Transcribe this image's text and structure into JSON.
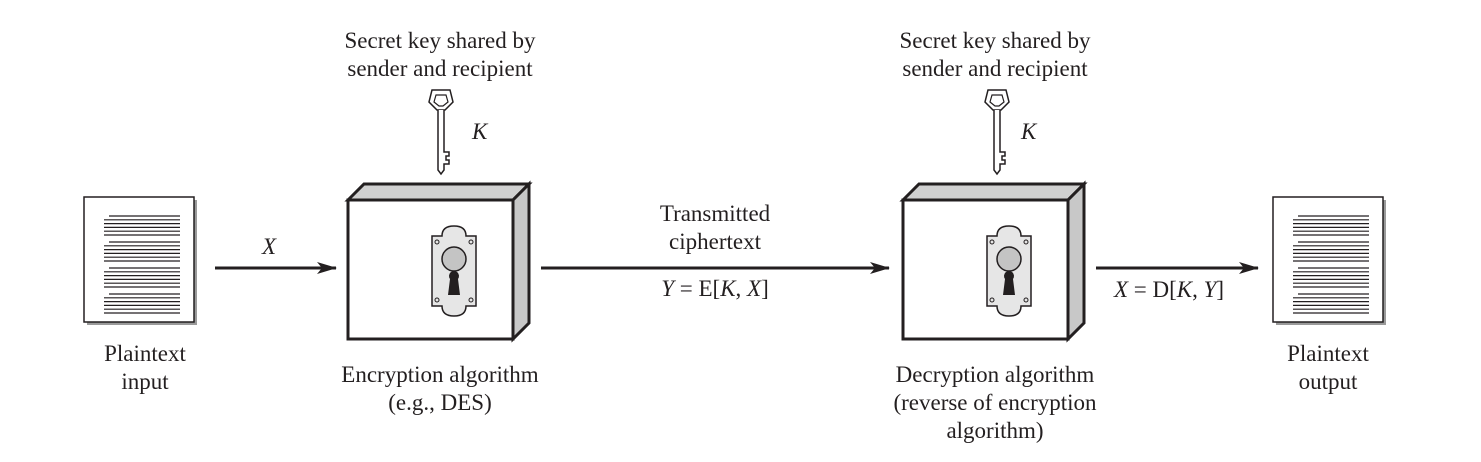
{
  "plaintext_input": {
    "label_line1": "Plaintext",
    "label_line2": "input"
  },
  "plaintext_output": {
    "label_line1": "Plaintext",
    "label_line2": "output"
  },
  "encryption": {
    "key_caption_line1": "Secret key shared by",
    "key_caption_line2": "sender and recipient",
    "key_symbol": "K",
    "label_line1": "Encryption algorithm",
    "label_line2": "(e.g., DES)"
  },
  "decryption": {
    "key_caption_line1": "Secret key shared by",
    "key_caption_line2": "sender and recipient",
    "key_symbol": "K",
    "label_line1": "Decryption algorithm",
    "label_line2": "(reverse of encryption",
    "label_line3": "algorithm)"
  },
  "arrows": {
    "input_label": "X",
    "transmit_label_line1": "Transmitted",
    "transmit_label_line2": "ciphertext",
    "transmit_formula_var": "Y",
    "transmit_formula_eq": " = E[",
    "transmit_formula_k": "K",
    "transmit_formula_sep": ", ",
    "transmit_formula_x": "X",
    "transmit_formula_close": "]",
    "output_formula_var": "X",
    "output_formula_eq": " = D[",
    "output_formula_k": "K",
    "output_formula_sep": ", ",
    "output_formula_y": "Y",
    "output_formula_close": "]"
  },
  "colors": {
    "stroke": "#231f20",
    "box_side": "#c8c8c8",
    "box_top": "#d0d0d0",
    "plate": "#e6e6e6"
  }
}
